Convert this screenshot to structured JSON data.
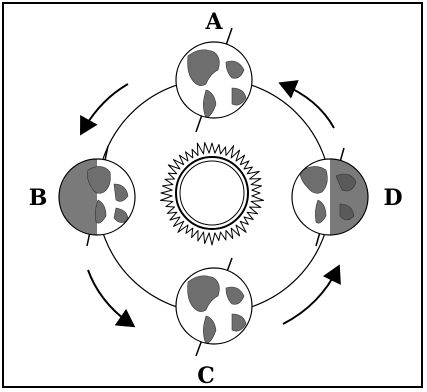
{
  "labels": {
    "a": "A",
    "b": "B",
    "c": "C",
    "d": "D"
  },
  "colors": {
    "line": "#000000",
    "earth_light": "#ffffff",
    "earth_shadow": "#7a7a7a",
    "land": "#6e6e6e"
  },
  "icons": {
    "sun": "sun-icon",
    "earth": "earth-icon",
    "arrow": "curved-arrow-icon"
  }
}
